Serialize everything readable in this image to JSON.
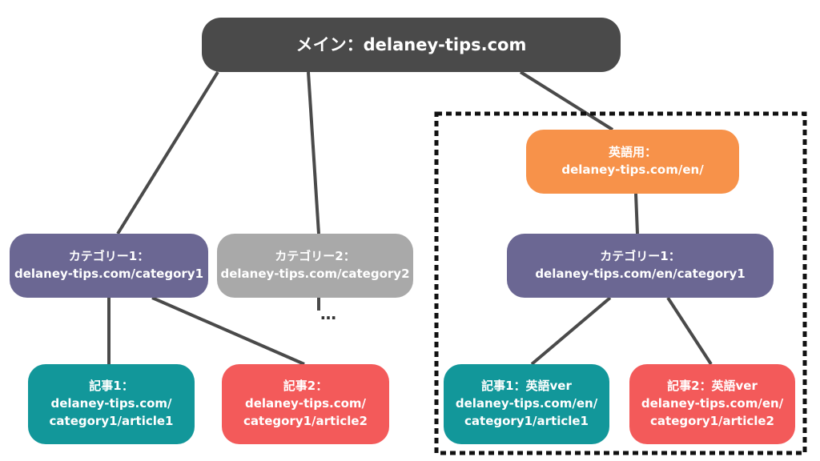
{
  "colors": {
    "main": "#4a4a4a",
    "english": "#f7924a",
    "category": "#6b6793",
    "category_inactive": "#a9a9a9",
    "article1": "#12979a",
    "article2": "#f35a5a",
    "line": "#4a4a4a",
    "dashed_border": "#111111"
  },
  "nodes": {
    "main": {
      "label": "メイン：delaney-tips.com"
    },
    "english": {
      "line1": "英語用：",
      "line2": "delaney-tips.com/en/"
    },
    "category1": {
      "line1": "カテゴリー1：",
      "line2": "delaney-tips.com/category1"
    },
    "category2": {
      "line1": "カテゴリー2：",
      "line2": "delaney-tips.com/category2"
    },
    "en_category1": {
      "line1": "カテゴリー1：",
      "line2": "delaney-tips.com/en/category1"
    },
    "article1": {
      "line1": "記事1：",
      "line2": "delaney-tips.com/",
      "line3": "category1/article1"
    },
    "article2": {
      "line1": "記事2：",
      "line2": "delaney-tips.com/",
      "line3": "category1/article2"
    },
    "en_article1": {
      "line1": "記事1：英語ver",
      "line2": "delaney-tips.com/en/",
      "line3": "category1/article1"
    },
    "en_article2": {
      "line1": "記事2：英語ver",
      "line2": "delaney-tips.com/en/",
      "line3": "category1/article2"
    }
  },
  "ellipsis": "…"
}
